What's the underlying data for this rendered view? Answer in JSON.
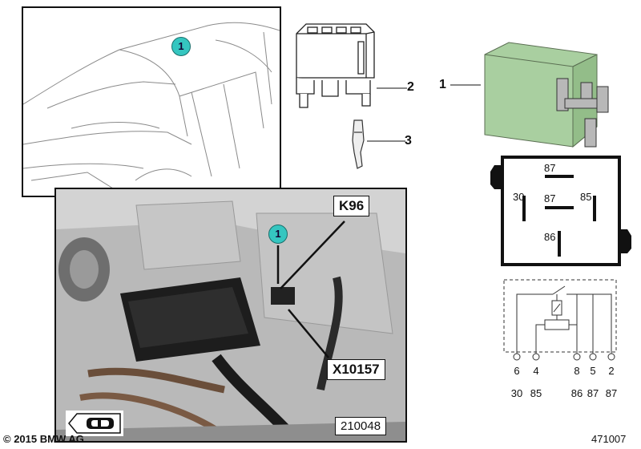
{
  "car_view": {
    "marker": "1"
  },
  "photo_view": {
    "marker": "1",
    "label_relay": "K96",
    "label_connector": "X10157",
    "ref_number": "210048"
  },
  "parts": {
    "relay_callout": "1",
    "socket_callout": "2",
    "terminal_callout": "3"
  },
  "relay_pinout": {
    "top": "87",
    "left": "30",
    "center": "87",
    "right": "85",
    "bottom": "86"
  },
  "circuit": {
    "pins": [
      "6",
      "4",
      "8",
      "5",
      "2"
    ],
    "terminals": [
      "30",
      "85",
      "86",
      "87",
      "87"
    ]
  },
  "footer": {
    "copyright": "© 2015 BMW AG",
    "diagram_number": "471007"
  },
  "colors": {
    "marker_teal": "#35c6c0",
    "relay_green": "#a9cfa0"
  }
}
